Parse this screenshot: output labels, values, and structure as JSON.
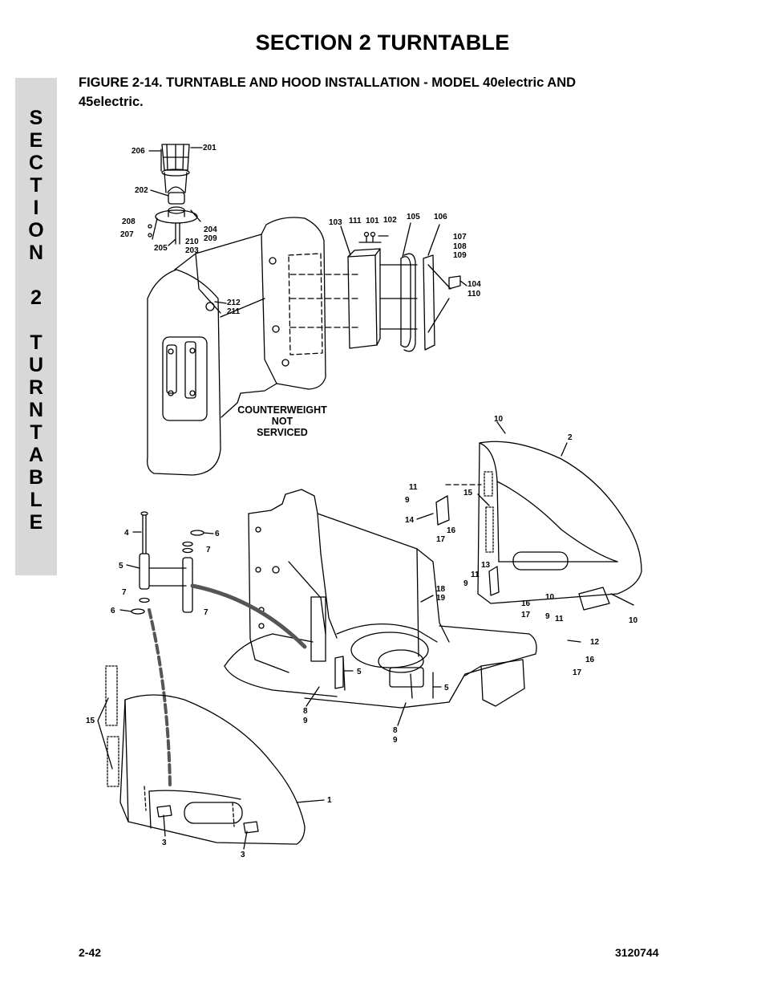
{
  "header": {
    "section_title": "SECTION 2  TURNTABLE",
    "side_tab_letters": [
      "S",
      "E",
      "C",
      "T",
      "I",
      "O",
      "N",
      "2",
      "T",
      "U",
      "R",
      "N",
      "T",
      "A",
      "B",
      "L",
      "E"
    ]
  },
  "figure": {
    "caption_line1": "FIGURE 2-14.  TURNTABLE AND HOOD INSTALLATION - MODEL 40electric AND",
    "caption_line2": "45electric.",
    "note_line1": "COUNTERWEIGHT",
    "note_line2": "NOT",
    "note_line3": "SERVICED",
    "callouts": {
      "c206": "206",
      "c201": "201",
      "c202": "202",
      "c208": "208",
      "c207": "207",
      "c204": "204",
      "c209": "209",
      "c205": "205",
      "c210": "210",
      "c203": "203",
      "c212": "212",
      "c211": "211",
      "c103": "103",
      "c111": "111",
      "c101": "101",
      "c102": "102",
      "c105": "105",
      "c106": "106",
      "c107": "107",
      "c108": "108",
      "c109": "109",
      "c104": "104",
      "c110": "110",
      "c10a": "10",
      "c2": "2",
      "c11a": "11",
      "c9a": "9",
      "c15a": "15",
      "c14": "14",
      "c16a": "16",
      "c17a": "17",
      "c4": "4",
      "c6a": "6",
      "c7a": "7",
      "c5a": "5",
      "c7b": "7",
      "c6b": "6",
      "c7c": "7",
      "c13": "13",
      "c11b": "11",
      "c9b": "9",
      "c10b": "10",
      "c16b": "16",
      "c17b": "17",
      "c18": "18",
      "c19": "19",
      "c10c": "10",
      "c9c": "9",
      "c11c": "11",
      "c12": "12",
      "c16c": "16",
      "c17c": "17",
      "c5b": "5",
      "c5c": "5",
      "c8a": "8",
      "c9d": "9",
      "c8b": "8",
      "c9e": "9",
      "c15b": "15",
      "c1": "1",
      "c3a": "3",
      "c3b": "3"
    }
  },
  "footer": {
    "page_number": "2-42",
    "document_number": "3120744"
  }
}
